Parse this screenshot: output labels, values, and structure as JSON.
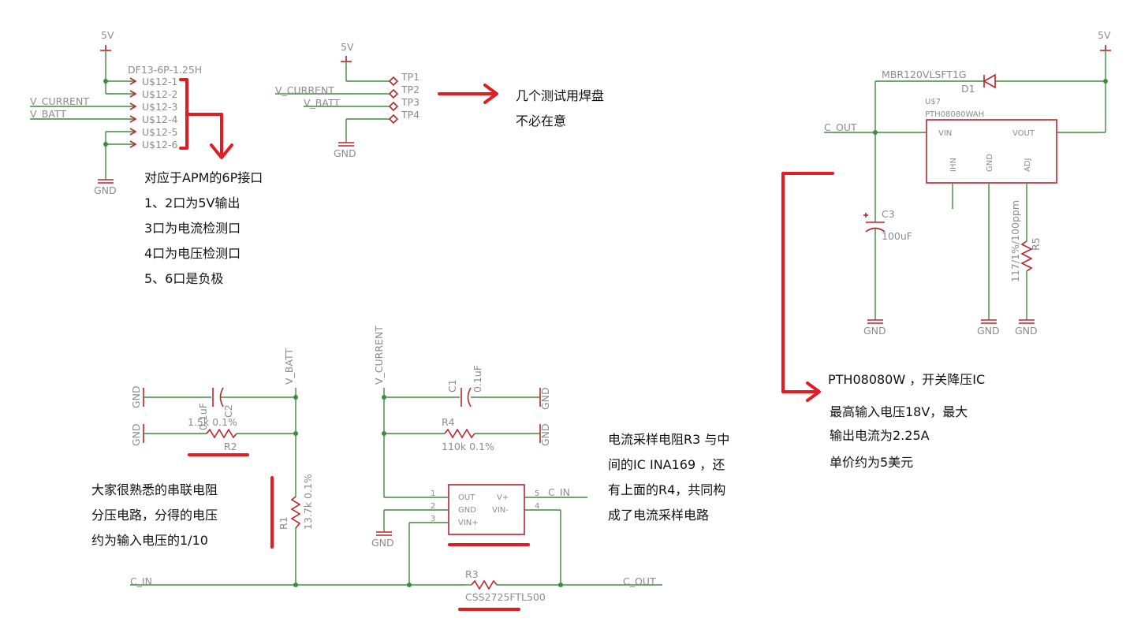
{
  "power": {
    "v5": "5V",
    "gnd": "GND"
  },
  "connector": {
    "part": "DF13-6P-1.25H",
    "pins": [
      "U$12-1",
      "U$12-2",
      "U$12-3",
      "U$12-4",
      "U$12-5",
      "U$12-6"
    ],
    "net_current": "V_CURRENT",
    "net_batt": "V_BATT"
  },
  "testpoints": {
    "pins": [
      "TP1",
      "TP2",
      "TP3",
      "TP4"
    ],
    "net_current": "V_CURRENT",
    "net_batt": "V_BATT"
  },
  "notes": {
    "testpads": [
      "几个测试用焊盘",
      "不必在意"
    ],
    "connector": [
      "对应于APM的6P接口",
      "1、2口为5V输出",
      "3口为电流检测口",
      "4口为电压检测口",
      "5、6口是负极"
    ],
    "regulator": [
      "PTH08080W ，开关降压IC",
      "最高输入电压18V，最大",
      "输出电流为2.25A",
      "单价约为5美元"
    ],
    "divider": [
      "大家很熟悉的串联电阻",
      "分压电路，分得的电压",
      "约为输入电压的1/10"
    ],
    "sense": [
      "电流采样电阻R3 与中",
      "间的IC INA169 ，还",
      "有上面的R4，共同构",
      "成了电流采样电路"
    ]
  },
  "regulator": {
    "diode_part": "MBR120VLSFT1G",
    "diode_name": "D1",
    "ic_name": "U$7",
    "ic_part": "PTH08080WAH",
    "pin_vin": "VIN",
    "pin_vout": "VOUT",
    "pin_ihn": "IHN",
    "pin_gnd": "GND",
    "pin_adj": "ADJ",
    "net_cout": "C_OUT",
    "cap_name": "C3",
    "cap_value": "100uF",
    "res_name": "R5",
    "res_value": "117/1%/100ppm"
  },
  "divider": {
    "net_batt": "V_BATT",
    "cap_name": "C2",
    "cap_value": "0.1uF",
    "r2_name": "R2",
    "r2_value": "1.5k 0.1%",
    "r1_name": "R1",
    "r1_value": "13.7k 0.1%",
    "net_cin": "C_IN"
  },
  "sense": {
    "net_current": "V_CURRENT",
    "c1_name": "C1",
    "c1_value": "0.1uF",
    "r4_name": "R4",
    "r4_value": "110k 0.1%",
    "ic_pin_out": "OUT",
    "ic_pin_gnd": "GND",
    "ic_pin_vinp": "VIN+",
    "ic_pin_vp": "V+",
    "ic_pin_vinm": "VIN-",
    "pin_nums": [
      "1",
      "2",
      "3",
      "5",
      "4"
    ],
    "net_cin": "C_IN",
    "r3_name": "R3",
    "r3_value": "CSS2725FTL500",
    "net_cout": "C_OUT"
  }
}
